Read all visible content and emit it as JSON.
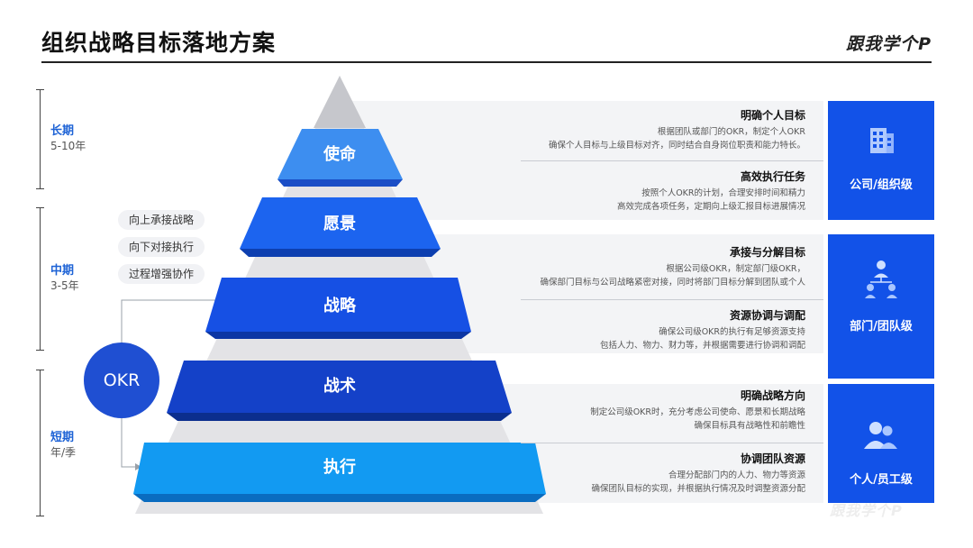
{
  "header": {
    "title": "组织战略目标落地方案",
    "brand": "跟我学个P"
  },
  "timeline": [
    {
      "name": "长期",
      "range": "5-10年"
    },
    {
      "name": "中期",
      "range": "3-5年"
    },
    {
      "name": "短期",
      "range": "年/季"
    }
  ],
  "okr": {
    "label": "OKR",
    "pills": [
      "向上承接战略",
      "向下对接执行",
      "过程增强协作"
    ]
  },
  "pyramid": {
    "layers": [
      {
        "label": "使命",
        "color": "#3d8ef0"
      },
      {
        "label": "愿景",
        "color": "#1c64ef"
      },
      {
        "label": "战略",
        "color": "#1650e4"
      },
      {
        "label": "战术",
        "color": "#1441c8"
      },
      {
        "label": "执行",
        "color": "#129af2"
      }
    ]
  },
  "rows": [
    {
      "heading": "明确个人目标",
      "lines": [
        "根据团队或部门的OKR，制定个人OKR",
        "确保个人目标与上级目标对齐，同时结合自身岗位职责和能力特长。"
      ]
    },
    {
      "heading": "高效执行任务",
      "lines": [
        "按照个人OKR的计划，合理安排时间和精力",
        "高效完成各项任务，定期向上级汇报目标进展情况"
      ]
    },
    {
      "heading": "承接与分解目标",
      "lines": [
        "根据公司级OKR，制定部门级OKR，",
        "确保部门目标与公司战略紧密对接，同时将部门目标分解到团队或个人"
      ]
    },
    {
      "heading": "资源协调与调配",
      "lines": [
        "确保公司级OKR的执行有足够资源支持",
        "包括人力、物力、财力等，并根据需要进行协调和调配"
      ]
    },
    {
      "heading": "明确战略方向",
      "lines": [
        "制定公司级OKR时，充分考虑公司使命、愿景和长期战略",
        "确保目标具有战略性和前瞻性"
      ]
    },
    {
      "heading": "协调团队资源",
      "lines": [
        "合理分配部门内的人力、物力等资源",
        "确保团队目标的实现，并根据执行情况及时调整资源分配"
      ]
    }
  ],
  "levels": [
    {
      "label": "公司/组织级",
      "icon": "building-icon"
    },
    {
      "label": "部门/团队级",
      "icon": "org-chart-icon"
    },
    {
      "label": "个人/员工级",
      "icon": "users-icon"
    }
  ],
  "watermark": "跟我学个P",
  "colors": {
    "accent": "#1252e8",
    "okr": "#1f4fd2",
    "band": "#f3f4f6"
  }
}
